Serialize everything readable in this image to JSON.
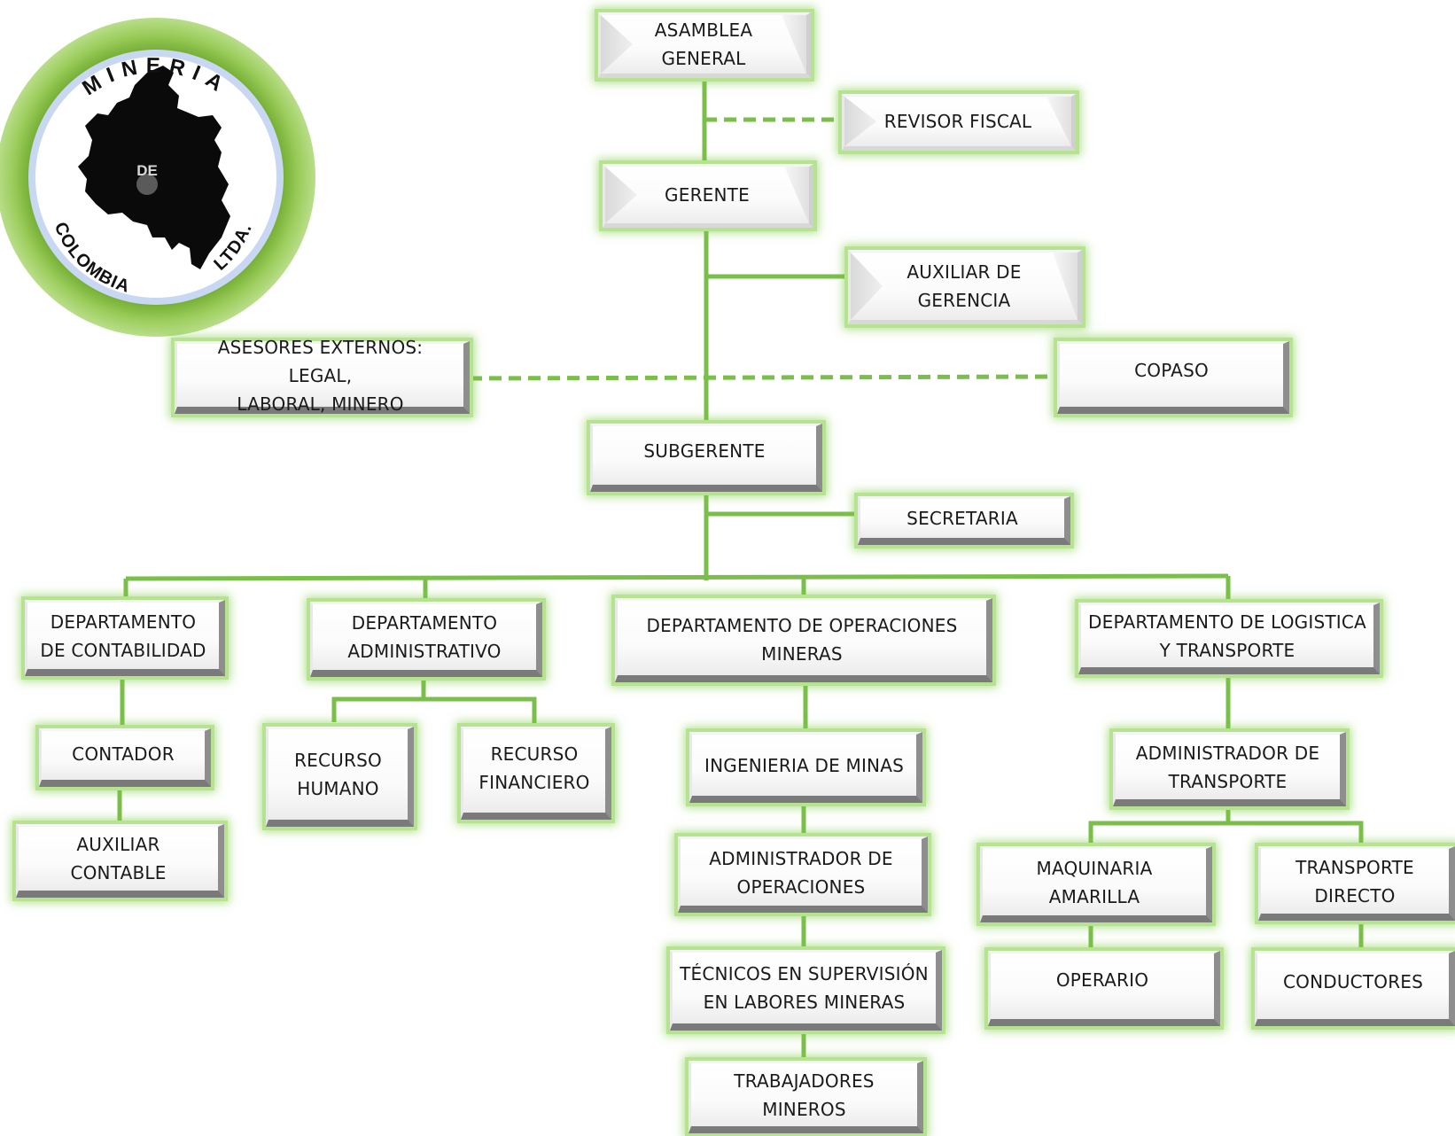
{
  "logo": {
    "top_text": "MINERIA",
    "center_text": "DE",
    "bottom_left_text": "COLOMBIA",
    "bottom_right_text": "LTDA."
  },
  "colors": {
    "connector_line": "#7bbf4b",
    "node_glow": "#b5e38f",
    "logo_ring": "#8cc152"
  },
  "nodes": {
    "asamblea": "ASAMBLEA\nGENERAL",
    "revisor": "REVISOR FISCAL",
    "gerente": "GERENTE",
    "auxiliar_gerencia": "AUXILIAR DE GERENCIA",
    "asesores": "ASESORES EXTERNOS: LEGAL,\nLABORAL, MINERO",
    "copaso": "COPASO",
    "subgerente": "SUBGERENTE",
    "secretaria": "SECRETARIA",
    "dep_contabilidad": "DEPARTAMENTO\nDE CONTABILIDAD",
    "dep_administrativo": "DEPARTAMENTO\nADMINISTRATIVO",
    "dep_operaciones": "DEPARTAMENTO DE OPERACIONES\nMINERAS",
    "dep_logistica": "DEPARTAMENTO DE LOGISTICA\nY TRANSPORTE",
    "contador": "CONTADOR",
    "auxiliar_contable": "AUXILIAR\nCONTABLE",
    "recurso_humano": "RECURSO\nHUMANO",
    "recurso_financiero": "RECURSO\nFINANCIERO",
    "ingenieria": "INGENIERIA DE MINAS",
    "admin_operaciones": "ADMINISTRADOR DE\nOPERACIONES",
    "tecnicos": "TÉCNICOS EN SUPERVISIÓN\nEN LABORES MINERAS",
    "trabajadores": "TRABAJADORES\nMINEROS",
    "admin_transporte": "ADMINISTRADOR DE\nTRANSPORTE",
    "maquinaria": "MAQUINARIA\nAMARILLA",
    "transporte_directo": "TRANSPORTE\nDIRECTO",
    "operario": "OPERARIO",
    "conductores": "CONDUCTORES"
  },
  "connections": [
    {
      "from": "asamblea",
      "to": "gerente",
      "style": "solid"
    },
    {
      "from": "asamblea",
      "to": "revisor",
      "style": "dashed"
    },
    {
      "from": "gerente",
      "to": "auxiliar_gerencia",
      "style": "solid"
    },
    {
      "from": "gerente",
      "to": "subgerente",
      "style": "solid"
    },
    {
      "from": "gerente",
      "to": "asesores",
      "style": "dashed"
    },
    {
      "from": "gerente",
      "to": "copaso",
      "style": "dashed"
    },
    {
      "from": "subgerente",
      "to": "secretaria",
      "style": "solid"
    },
    {
      "from": "subgerente",
      "to": "dep_contabilidad",
      "style": "solid"
    },
    {
      "from": "subgerente",
      "to": "dep_administrativo",
      "style": "solid"
    },
    {
      "from": "subgerente",
      "to": "dep_operaciones",
      "style": "solid"
    },
    {
      "from": "subgerente",
      "to": "dep_logistica",
      "style": "solid"
    },
    {
      "from": "dep_contabilidad",
      "to": "contador",
      "style": "solid"
    },
    {
      "from": "contador",
      "to": "auxiliar_contable",
      "style": "solid"
    },
    {
      "from": "dep_administrativo",
      "to": "recurso_humano",
      "style": "solid"
    },
    {
      "from": "dep_administrativo",
      "to": "recurso_financiero",
      "style": "solid"
    },
    {
      "from": "dep_operaciones",
      "to": "ingenieria",
      "style": "solid"
    },
    {
      "from": "ingenieria",
      "to": "admin_operaciones",
      "style": "solid"
    },
    {
      "from": "admin_operaciones",
      "to": "tecnicos",
      "style": "solid"
    },
    {
      "from": "tecnicos",
      "to": "trabajadores",
      "style": "solid"
    },
    {
      "from": "dep_logistica",
      "to": "admin_transporte",
      "style": "solid"
    },
    {
      "from": "admin_transporte",
      "to": "maquinaria",
      "style": "solid"
    },
    {
      "from": "admin_transporte",
      "to": "transporte_directo",
      "style": "solid"
    },
    {
      "from": "maquinaria",
      "to": "operario",
      "style": "solid"
    },
    {
      "from": "transporte_directo",
      "to": "conductores",
      "style": "solid"
    }
  ]
}
